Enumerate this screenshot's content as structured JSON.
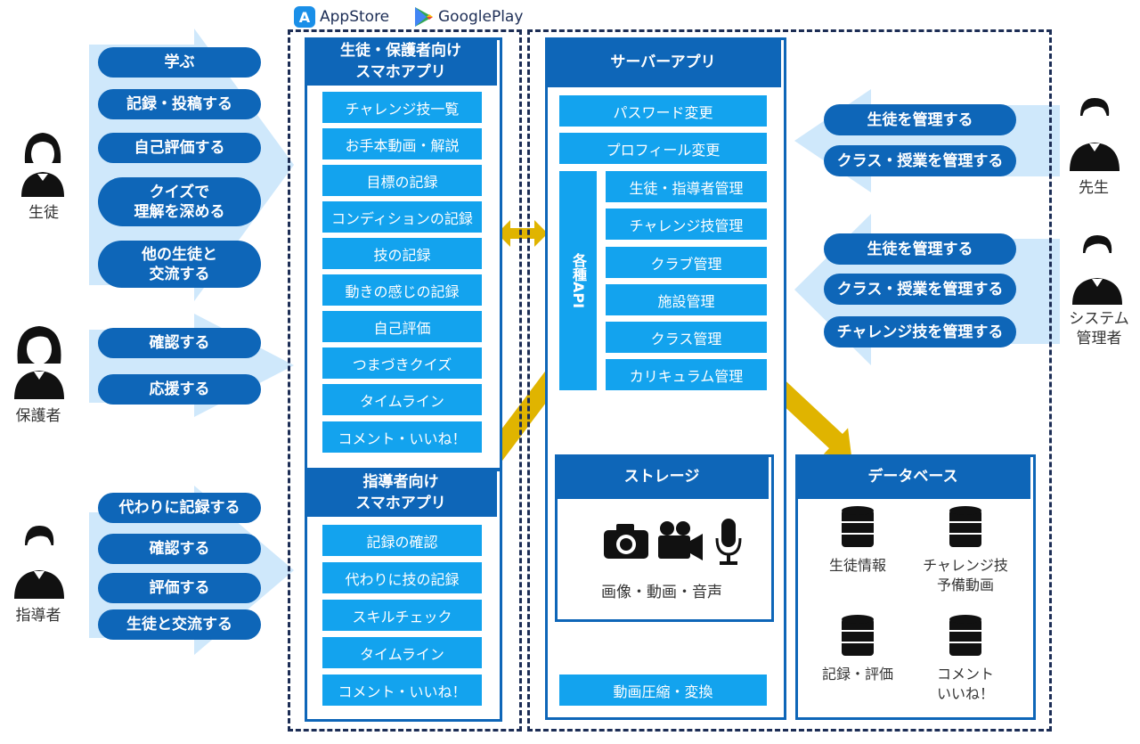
{
  "stores": {
    "appstore": "AppStore",
    "googleplay": "GooglePlay"
  },
  "colors": {
    "dark_blue": "#0e66b8",
    "light_blue": "#13a3ee",
    "pale_arrow": "#cfe8fb",
    "gold_arrow": "#e0b400",
    "dashed_border": "#1c2d55"
  },
  "actors": {
    "student": {
      "label": "生徒",
      "actions": [
        "学ぶ",
        "記録・投稿する",
        "自己評価する",
        "クイズで\n理解を深める",
        "他の生徒と\n交流する"
      ]
    },
    "guardian": {
      "label": "保護者",
      "actions": [
        "確認する",
        "応援する"
      ]
    },
    "instructor": {
      "label": "指導者",
      "actions": [
        "代わりに記録する",
        "確認する",
        "評価する",
        "生徒と交流する"
      ]
    },
    "teacher": {
      "label": "先生",
      "actions": [
        "生徒を管理する",
        "クラス・授業を管理する"
      ]
    },
    "sysadmin": {
      "label": "システム\n管理者",
      "actions": [
        "生徒を管理する",
        "クラス・授業を管理する",
        "チャレンジ技を管理する"
      ]
    }
  },
  "student_app": {
    "title": "生徒・保護者向け\nスマホアプリ",
    "items": [
      "チャレンジ技一覧",
      "お手本動画・解説",
      "目標の記録",
      "コンディションの記録",
      "技の記録",
      "動きの感じの記録",
      "自己評価",
      "つまづきクイズ",
      "タイムライン",
      "コメント・いいね！"
    ]
  },
  "instructor_app": {
    "title": "指導者向け\nスマホアプリ",
    "items": [
      "記録の確認",
      "代わりに技の記録",
      "スキルチェック",
      "タイムライン",
      "コメント・いいね！"
    ]
  },
  "server": {
    "title": "サーバーアプリ",
    "top_items": [
      "パスワード変更",
      "プロフィール変更"
    ],
    "api_label": "各種API",
    "items": [
      "生徒・指導者管理",
      "チャレンジ技管理",
      "クラブ管理",
      "施設管理",
      "クラス管理",
      "カリキュラム管理"
    ]
  },
  "storage": {
    "title": "ストレージ",
    "caption": "画像・動画・音声",
    "icons": [
      "camera-icon",
      "video-camera-icon",
      "microphone-icon"
    ]
  },
  "compression": {
    "label": "動画圧縮・変換"
  },
  "database": {
    "title": "データベース",
    "items": [
      "生徒情報",
      "チャレンジ技\n予備動画",
      "記録・評価",
      "コメント\nいいね！"
    ]
  }
}
